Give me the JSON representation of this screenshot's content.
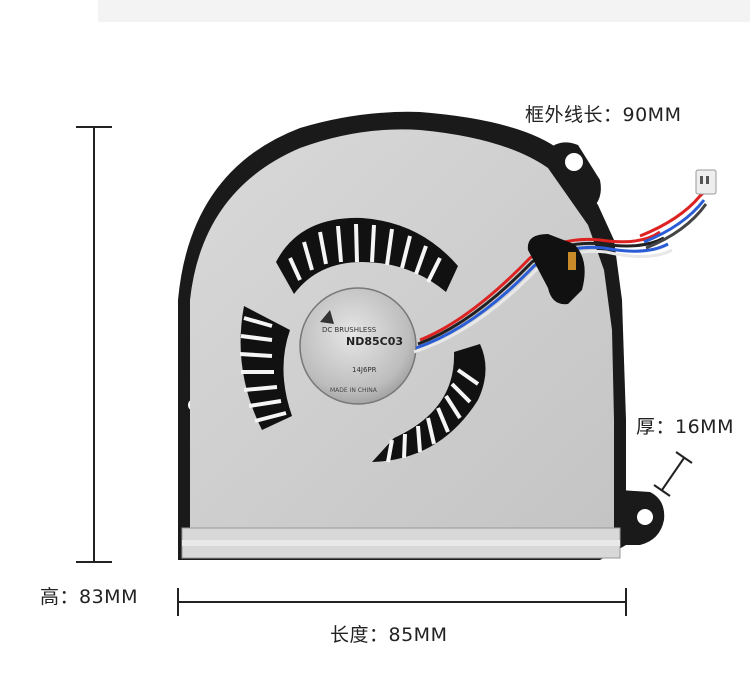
{
  "labels": {
    "wire_length": "框外线长：90MM",
    "thickness": "厚：16MM",
    "height": "高：83MM",
    "length": "长度：85MM"
  },
  "fan": {
    "label_text": [
      "DC BRUSHLESS",
      "ND85C03",
      "14J6PR",
      "MADE IN CHINA"
    ]
  }
}
